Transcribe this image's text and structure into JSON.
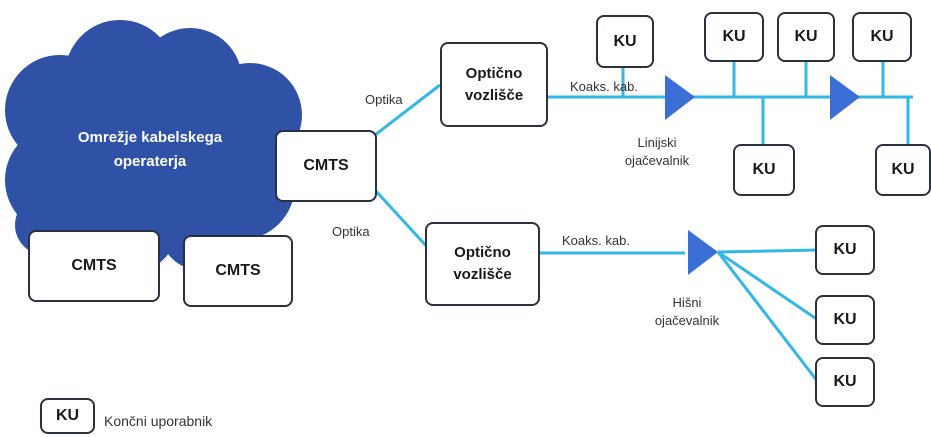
{
  "colors": {
    "cloud": "#2f52a6",
    "line": "#33b7e6",
    "triangle": "#3c6fd6",
    "border": "#2b3141"
  },
  "cloud": {
    "label_line1": "Omrežje kabelskega",
    "label_line2": "operaterja"
  },
  "cmts": {
    "main": "CMTS",
    "left": "CMTS",
    "right": "CMTS"
  },
  "links": {
    "optika_top": "Optika",
    "optika_bottom": "Optika",
    "koaks_top": "Koaks. kab.",
    "koaks_bottom": "Koaks. kab."
  },
  "nodes": {
    "top_line1": "Optično",
    "top_line2": "vozlišče",
    "bottom_line1": "Optično",
    "bottom_line2": "vozlišče"
  },
  "amplifiers": {
    "line_line1": "Linijski",
    "line_line2": "ojačevalnik",
    "house_line1": "Hišni",
    "house_line2": "ojačevalnik"
  },
  "ku": {
    "top1": "KU",
    "top2": "KU",
    "top3": "KU",
    "top4": "KU",
    "below1": "KU",
    "below2": "KU",
    "house1": "KU",
    "house2": "KU",
    "house3": "KU"
  },
  "legend": {
    "box": "KU",
    "text": "Končni uporabnik"
  }
}
